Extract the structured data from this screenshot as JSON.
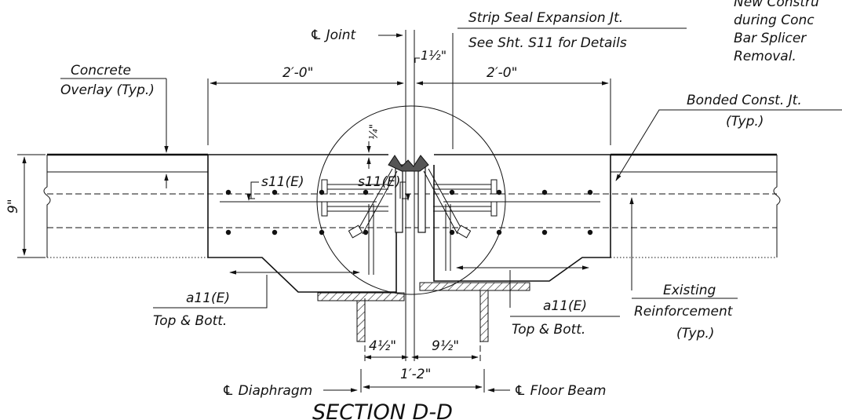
{
  "title": "SECTION D-D",
  "labels": {
    "joint_cl": "℄ Joint",
    "strip_seal_line1": "Strip Seal Expansion Jt.",
    "strip_seal_line2": "See Sht. S11 for Details",
    "note_line1": "New Constru",
    "note_line2": "during Conc",
    "note_line3": "Bar Splicer",
    "note_line4": "Removal.",
    "concrete_line1": "Concrete",
    "concrete_line2": "Overlay (Typ.)",
    "dim_left": "2′-0\"",
    "dim_right": "2′-0\"",
    "dim_gap": "1½\"",
    "bonded_line1": "Bonded Const. Jt.",
    "bonded_line2": "(Typ.)",
    "s11_left": "s11(E)",
    "s11_right": "s11(E)",
    "quarter": "¼\"",
    "depth": "9\"",
    "a11_left_line1": "a11(E)",
    "a11_left_line2": "Top & Bott.",
    "a11_right_line1": "a11(E)",
    "a11_right_line2": "Top & Bott.",
    "existing_line1": "Existing",
    "existing_line2": "Reinforcement",
    "existing_line3": "(Typ.)",
    "dim_4half": "4½\"",
    "dim_9half": "9½\"",
    "dim_1_2": "1′-2\"",
    "diaphragm_cl": "℄ Diaphragm",
    "floorbeam_cl": "℄ Floor Beam"
  }
}
